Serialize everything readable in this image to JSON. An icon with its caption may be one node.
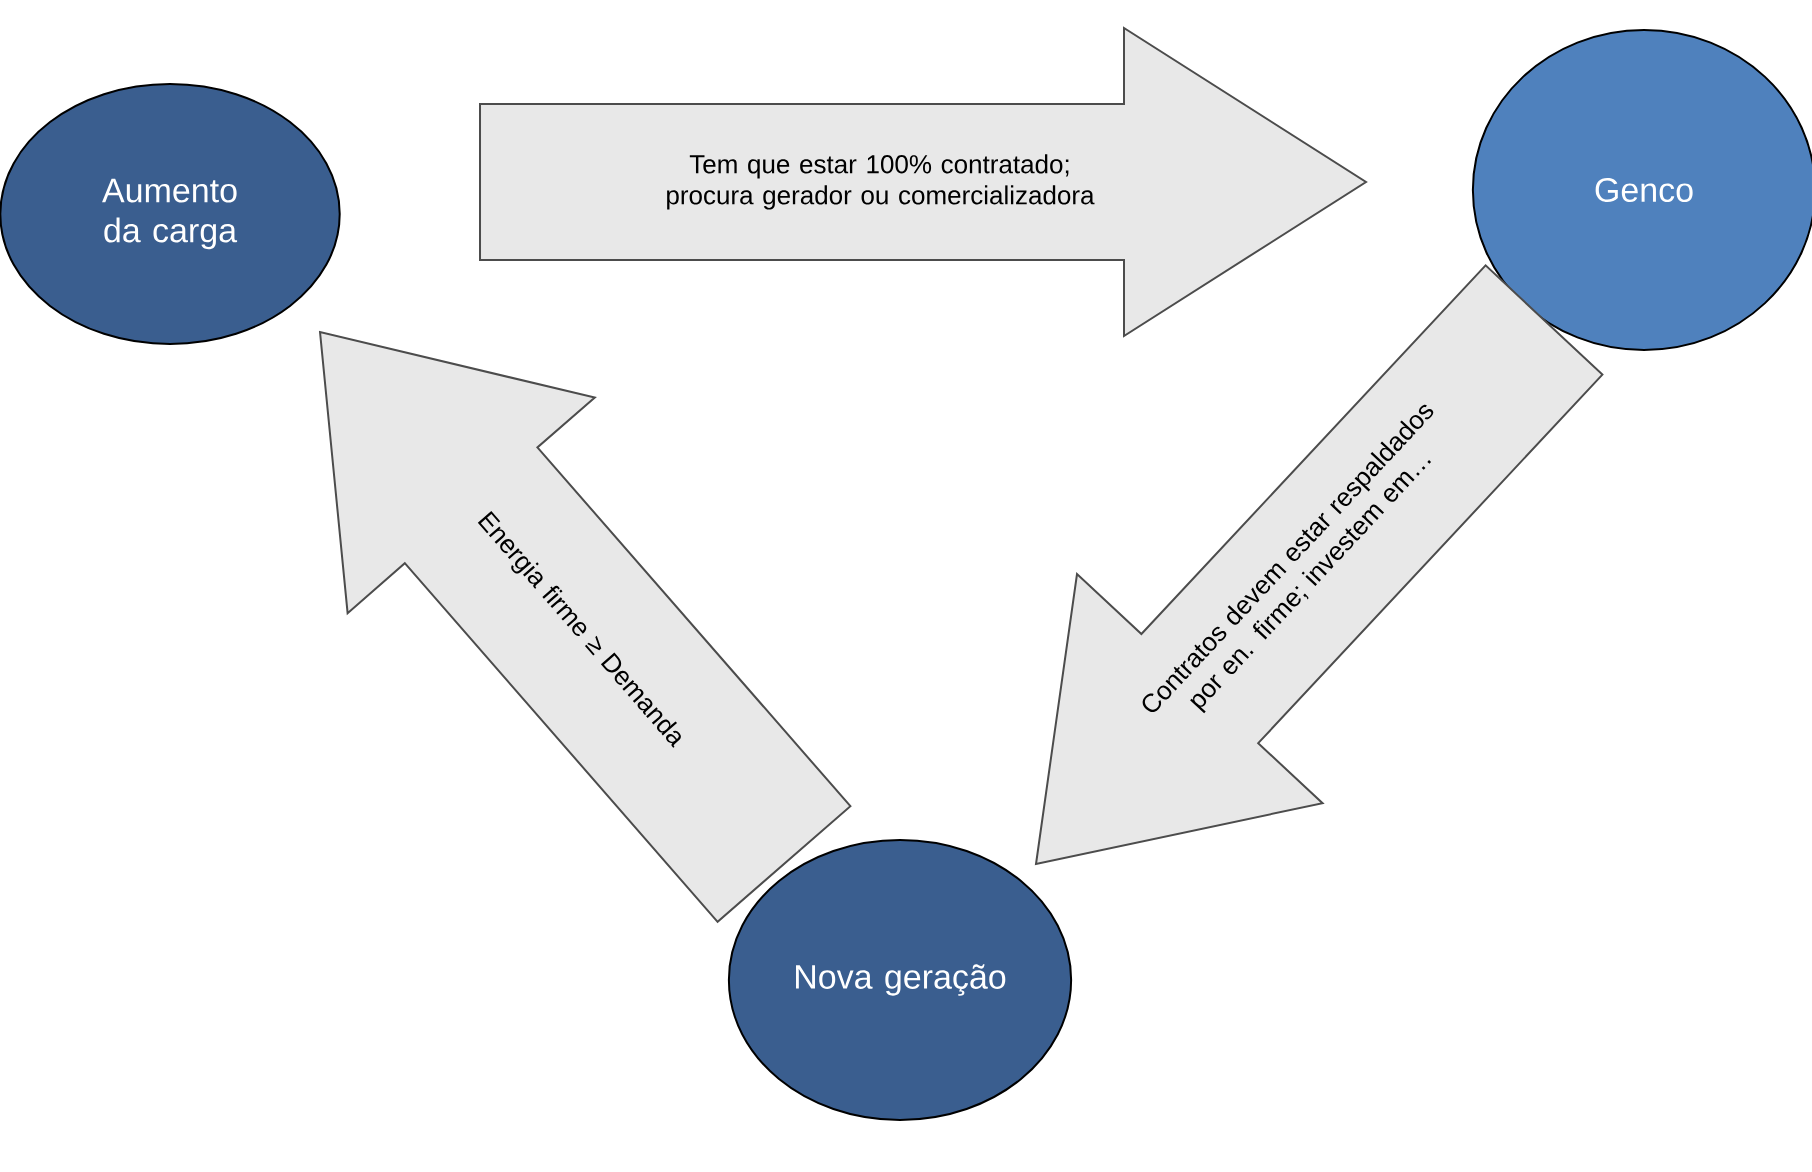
{
  "diagram": {
    "nodes": [
      {
        "text": [
          "Aumento da carga"
        ]
      },
      {
        "text": [
          "Genco"
        ]
      },
      {
        "text": [
          "Nova geração"
        ]
      }
    ],
    "edges": [
      {
        "from": 0,
        "to": 1,
        "arrow": "to",
        "label": "Tem que estar 100% contratado; procura gerador ou comercializadora"
      },
      {
        "from": 1,
        "to": 2,
        "arrow": "to",
        "label": "Contratos devem estar respaldados por en. firme; investem em…"
      },
      {
        "from": 2,
        "to": 0,
        "arrow": "to",
        "label": "Energia firme ≥ Demanda"
      }
    ]
  }
}
